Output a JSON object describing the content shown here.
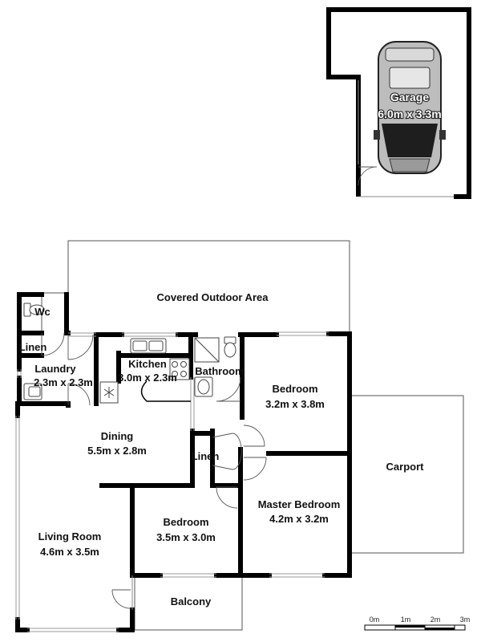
{
  "rooms": {
    "garage": {
      "name": "Garage",
      "size": "6.0m x 3.3m"
    },
    "covered_outdoor": {
      "name": "Covered Outdoor Area"
    },
    "wc": {
      "name": "Wc"
    },
    "linen_1": {
      "name": "Linen"
    },
    "laundry": {
      "name": "Laundry",
      "size": "2.3m x 2.3m"
    },
    "kitchen": {
      "name": "Kitchen",
      "size": "3.0m x 2.3m"
    },
    "bathroom": {
      "name": "Bathroom"
    },
    "bedroom_1": {
      "name": "Bedroom",
      "size": "3.2m x 3.8m"
    },
    "dining": {
      "name": "Dining",
      "size": "5.5m x 2.8m"
    },
    "linen_2": {
      "name": "Linen"
    },
    "carport": {
      "name": "Carport"
    },
    "master_bedroom": {
      "name": "Master Bedroom",
      "size": "4.2m x 3.2m"
    },
    "bedroom_2": {
      "name": "Bedroom",
      "size": "3.5m x 3.0m"
    },
    "living_room": {
      "name": "Living Room",
      "size": "4.6m x 3.5m"
    },
    "balcony": {
      "name": "Balcony"
    }
  },
  "scale": {
    "labels": [
      "0m",
      "1m",
      "2m",
      "3m"
    ]
  },
  "colors": {
    "wall": "#000000",
    "thin_line": "#555555",
    "window": "#999999",
    "background": "#ffffff"
  },
  "icons": [
    "car-icon",
    "sink-icon",
    "stove-icon",
    "toilet-icon",
    "shower-icon",
    "fan-icon",
    "basin-icon"
  ]
}
